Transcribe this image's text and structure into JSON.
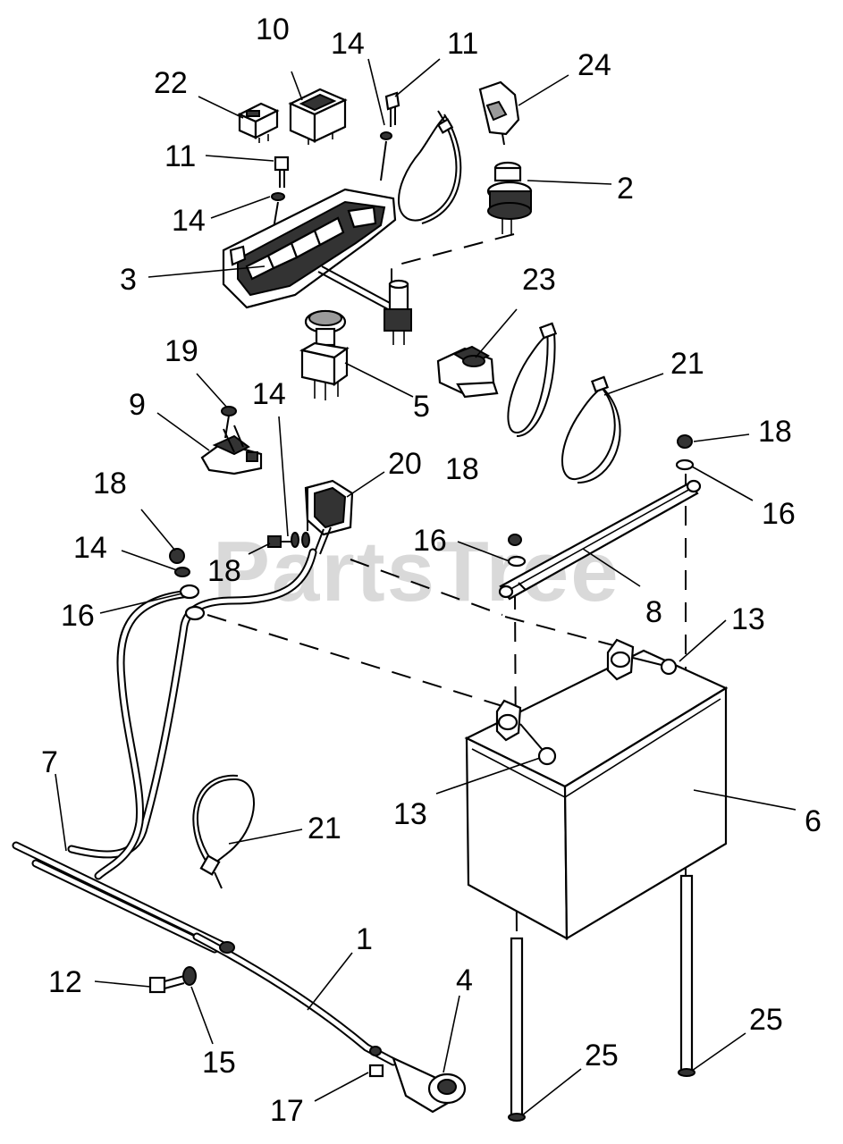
{
  "watermark": "PartsTree",
  "callouts": [
    {
      "id": "c10",
      "text": "10"
    },
    {
      "id": "c14a",
      "text": "14"
    },
    {
      "id": "c11a",
      "text": "11"
    },
    {
      "id": "c24",
      "text": "24"
    },
    {
      "id": "c22",
      "text": "22"
    },
    {
      "id": "c11b",
      "text": "11"
    },
    {
      "id": "c2",
      "text": "2"
    },
    {
      "id": "c14b",
      "text": "14"
    },
    {
      "id": "c3",
      "text": "3"
    },
    {
      "id": "c23",
      "text": "23"
    },
    {
      "id": "c19",
      "text": "19"
    },
    {
      "id": "c21a",
      "text": "21"
    },
    {
      "id": "c14c",
      "text": "14"
    },
    {
      "id": "c9",
      "text": "9"
    },
    {
      "id": "c5",
      "text": "5"
    },
    {
      "id": "c18a",
      "text": "18"
    },
    {
      "id": "c20",
      "text": "20"
    },
    {
      "id": "c18b",
      "text": "18"
    },
    {
      "id": "c16a",
      "text": "16"
    },
    {
      "id": "c18c",
      "text": "18"
    },
    {
      "id": "c14d",
      "text": "14"
    },
    {
      "id": "c16b",
      "text": "16"
    },
    {
      "id": "c18d",
      "text": "18"
    },
    {
      "id": "c16c",
      "text": "16"
    },
    {
      "id": "c8",
      "text": "8"
    },
    {
      "id": "c13a",
      "text": "13"
    },
    {
      "id": "c7",
      "text": "7"
    },
    {
      "id": "c13b",
      "text": "13"
    },
    {
      "id": "c6",
      "text": "6"
    },
    {
      "id": "c21b",
      "text": "21"
    },
    {
      "id": "c1",
      "text": "1"
    },
    {
      "id": "c4",
      "text": "4"
    },
    {
      "id": "c12",
      "text": "12"
    },
    {
      "id": "c15",
      "text": "15"
    },
    {
      "id": "c25a",
      "text": "25"
    },
    {
      "id": "c25b",
      "text": "25"
    },
    {
      "id": "c17",
      "text": "17"
    }
  ]
}
